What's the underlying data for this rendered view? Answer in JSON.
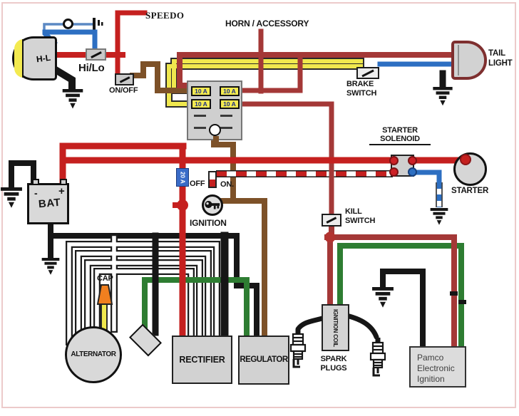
{
  "components": {
    "speedo": {
      "label": "SPEEDO"
    },
    "horn_accessory": {
      "label": "HORN / ACCESSORY"
    },
    "headlight": {
      "label": "H-L"
    },
    "hi_lo_switch": {
      "label": "Hi/Lo"
    },
    "on_off_switch": {
      "label": "ON/OFF"
    },
    "fuse_box": {
      "fuses": [
        {
          "label": "10 A"
        },
        {
          "label": "10 A"
        },
        {
          "label": "10 A"
        },
        {
          "label": "10 A"
        }
      ]
    },
    "brake_switch": {
      "line1": "BRAKE",
      "line2": "SWITCH"
    },
    "tail_light": {
      "line1": "TAIL",
      "line2": "LIGHT"
    },
    "starter_solenoid": {
      "line1": "STARTER",
      "line2": "SOLENOID"
    },
    "starter": {
      "label": "STARTER"
    },
    "battery": {
      "label": "BAT",
      "minus": "-",
      "plus": "+"
    },
    "main_fuse": {
      "label": "20 A"
    },
    "ignition_switch": {
      "label": "IGNITION",
      "off": "OFF",
      "on": "ON."
    },
    "kill_switch": {
      "line1": "KILL",
      "line2": "SWITCH"
    },
    "alternator": {
      "label": "ALTERNATOR",
      "cap": "CAP"
    },
    "rectifier": {
      "label": "RECTIFIER"
    },
    "regulator": {
      "label": "REGULATOR"
    },
    "ignition_coil": {
      "label": "IGNITION COIL"
    },
    "spark_plugs": {
      "line1": "SPARK",
      "line2": "PLUGS"
    },
    "pamco_ignition": {
      "line1": "Pamco",
      "line2": "Electronic",
      "line3": "Ignition"
    }
  },
  "wire_colors": {
    "power_red": "#c5201f",
    "accessory_dark_red": "#a43837",
    "fuse_feed_yellow": "#f0e84e",
    "lighting_blue": "#2d6fc2",
    "switched_brown": "#7d5128",
    "ignition_green": "#2e7d32",
    "ground_black": "#161616",
    "main_fuse_blue": "#3a6cc8",
    "cap_orange": "#f07f1f",
    "component_gray": "#d2d2d2",
    "page_frame_pink": "#eccaca"
  },
  "icons": {
    "earth-ground-icon": "stacked-bars-triangle",
    "spark-plug-icon": "plug-outline",
    "ignition-key-icon": "key-silhouette",
    "indicator-lamp-icon": "outlined-circle",
    "switch-lever-icon": "diagonal-bar",
    "terminal-icon": "filled-circle",
    "cap-icon": "orange-cone"
  }
}
